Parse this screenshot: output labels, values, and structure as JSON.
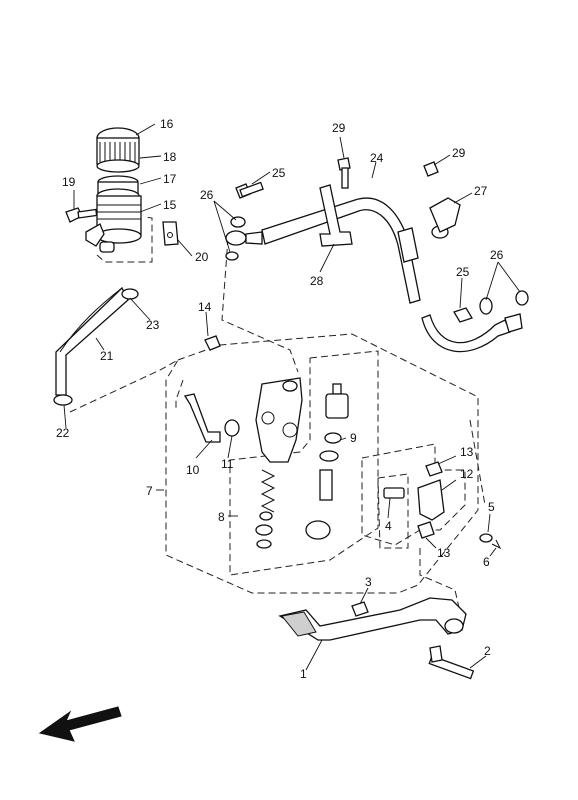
{
  "callouts": [
    "1",
    "2",
    "3",
    "4",
    "5",
    "6",
    "7",
    "8",
    "9",
    "10",
    "11",
    "12",
    "13",
    "14",
    "15",
    "16",
    "17",
    "18",
    "19",
    "20",
    "21",
    "22",
    "23",
    "24",
    "25",
    "26",
    "27",
    "28",
    "29"
  ],
  "direction_arrow": "front-arrow-icon"
}
